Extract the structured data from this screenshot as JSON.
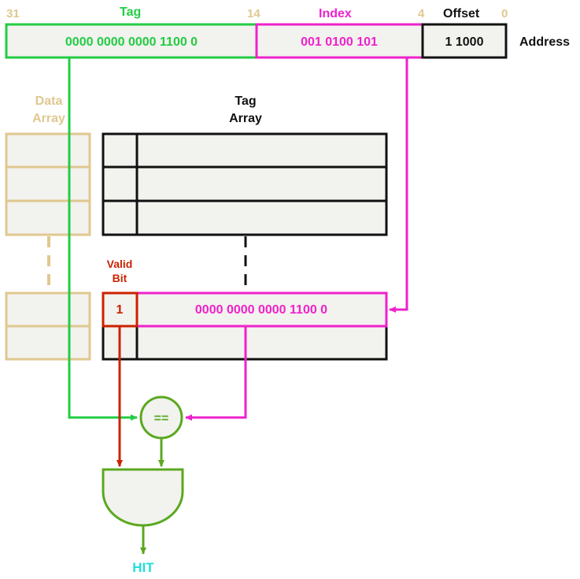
{
  "address": {
    "label": "Address",
    "tag": {
      "label": "Tag",
      "bits": "0000 0000 0000 1100 0",
      "hi_bit": "31",
      "lo_bit": "14"
    },
    "index": {
      "label": "Index",
      "bits": "001 0100 101",
      "lo_bit": "4"
    },
    "offset": {
      "label": "Offset",
      "bits": "1 1000",
      "lo_bit": "0"
    }
  },
  "data_array": {
    "label_line1": "Data",
    "label_line2": "Array"
  },
  "tag_array": {
    "label_line1": "Tag",
    "label_line2": "Array",
    "selected_tag": "0000 0000 0000 1100 0"
  },
  "valid_bit": {
    "label_line1": "Valid",
    "label_line2": "Bit",
    "value": "1"
  },
  "comparator": {
    "label": "=="
  },
  "output": {
    "label": "HIT"
  },
  "colors": {
    "tag": "#22cc44",
    "index": "#ee22cc",
    "valid": "#cc2200",
    "compare": "#5aa820",
    "data": "#e0c890",
    "hit": "#22dddd",
    "fill": "#f2f2ee"
  }
}
